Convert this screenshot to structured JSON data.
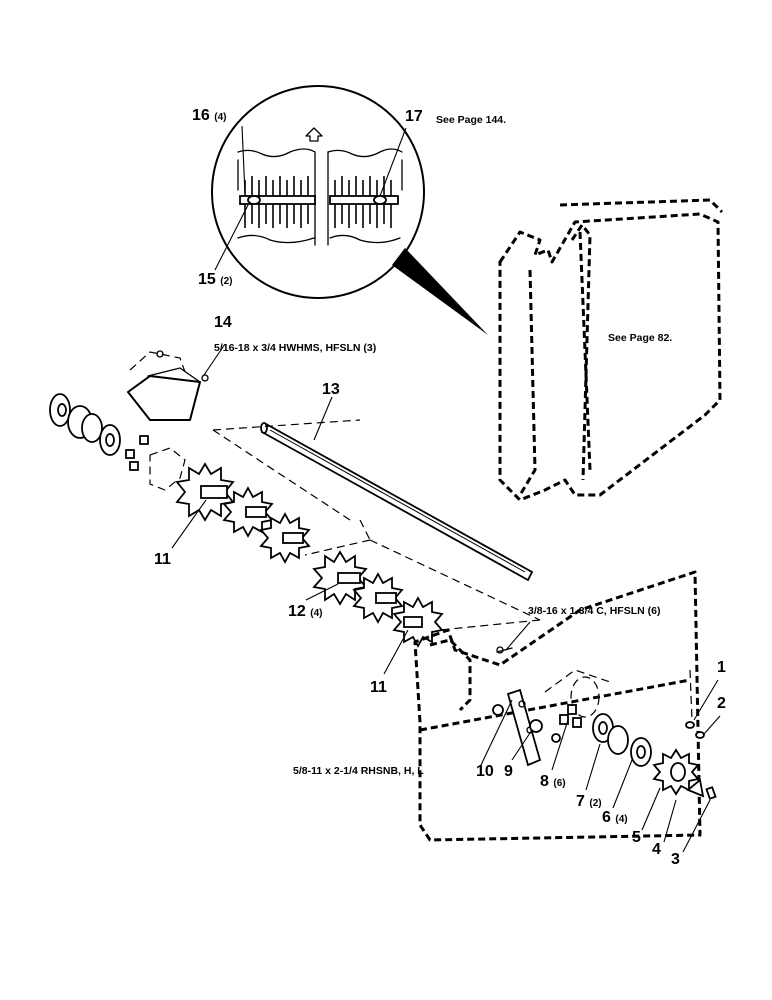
{
  "callouts": {
    "c1": {
      "number": "1",
      "qty": ""
    },
    "c2": {
      "number": "2",
      "qty": ""
    },
    "c3": {
      "number": "3",
      "qty": ""
    },
    "c4": {
      "number": "4",
      "qty": ""
    },
    "c5": {
      "number": "5",
      "qty": ""
    },
    "c6": {
      "number": "6",
      "qty": "(4)"
    },
    "c7": {
      "number": "7",
      "qty": "(2)"
    },
    "c8": {
      "number": "8",
      "qty": "(6)"
    },
    "c9": {
      "number": "9",
      "qty": ""
    },
    "c10": {
      "number": "10",
      "qty": ""
    },
    "c11a": {
      "number": "11",
      "qty": ""
    },
    "c11b": {
      "number": "11",
      "qty": ""
    },
    "c12": {
      "number": "12",
      "qty": "(4)"
    },
    "c13": {
      "number": "13",
      "qty": ""
    },
    "c14": {
      "number": "14",
      "qty": ""
    },
    "c15": {
      "number": "15",
      "qty": "(2)"
    },
    "c16": {
      "number": "16",
      "qty": "(4)"
    },
    "c17": {
      "number": "17",
      "qty": ""
    }
  },
  "notes": {
    "see_page_144": "See Page 144.",
    "see_page_82": "See Page 82.",
    "hardware_14": "5/16-18 x 3/4 HWHMS, HFSLN (3)",
    "hardware_bolt": "3/8-16 x 1-3/4 C, HFSLN (6)",
    "hardware_10": "5/8-11 x 2-1/4 RHSNB, H, L"
  },
  "colors": {
    "ink": "#000000",
    "paper": "#ffffff"
  }
}
